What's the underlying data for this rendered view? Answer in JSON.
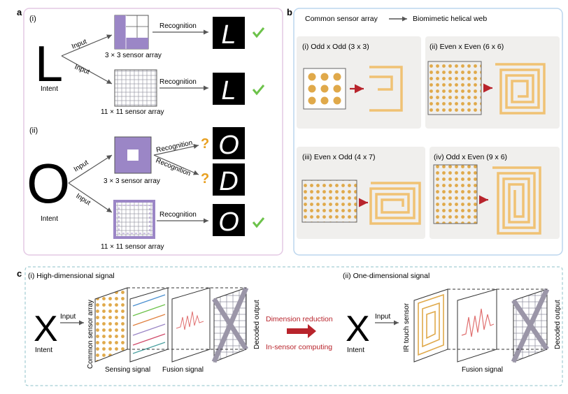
{
  "panel_a": {
    "label": "a",
    "sub_i": "(i)",
    "sub_ii": "(ii)",
    "letter_L": "L",
    "letter_O": "O",
    "intent": "Intent",
    "input": "Input",
    "recognition": "Recognition",
    "array_3": "3 × 3 sensor array",
    "array_11": "11 × 11 sensor array",
    "question": "?",
    "result_L": "L",
    "result_O": "O",
    "result_D": "D"
  },
  "panel_b": {
    "label": "b",
    "header_left": "Common sensor array",
    "header_right": "Biomimetic helical web",
    "cases": [
      {
        "title": "(i) Odd x Odd (3 x 3)"
      },
      {
        "title": "(ii) Even x Even (6 x 6)"
      },
      {
        "title": "(iii) Even x Odd (4 x 7)"
      },
      {
        "title": "(iv) Odd x Even (9 x 6)"
      }
    ]
  },
  "panel_c": {
    "label": "c",
    "title_i": "(i) High-dimensional signal",
    "title_ii": "(ii) One-dimensional signal",
    "letter": "X",
    "intent": "Intent",
    "input": "Input",
    "common_array": "Common sensor array",
    "sensing_signal": "Sensing signal",
    "fusion_signal": "Fusion signal",
    "decoded_output": "Decoded output",
    "dim_reduction": "Dimension reduction",
    "in_sensor": "In-sensor computing",
    "ir_sensor": "IR touch sensor"
  },
  "colors": {
    "purple": "#9b86c6",
    "gold": "#e0a94a",
    "red": "#b8242c",
    "check": "#6cc24a",
    "question": "#e8a020"
  }
}
